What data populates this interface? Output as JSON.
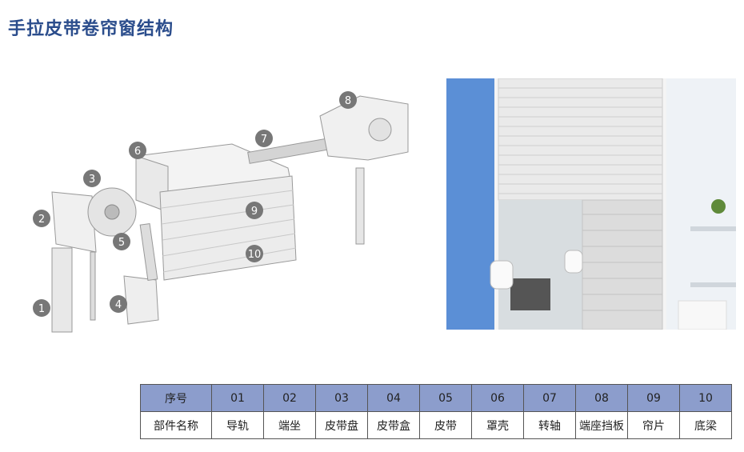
{
  "title": "手拉皮带卷帘窗结构",
  "diagram": {
    "callouts": [
      "1",
      "2",
      "3",
      "4",
      "5",
      "6",
      "7",
      "8",
      "9",
      "10"
    ]
  },
  "table": {
    "header_label": "序号",
    "row_label": "部件名称",
    "numbers": [
      "01",
      "02",
      "03",
      "04",
      "05",
      "06",
      "07",
      "08",
      "09",
      "10"
    ],
    "names": [
      "导轨",
      "端坐",
      "皮带盘",
      "皮带盒",
      "皮带",
      "罩壳",
      "转轴",
      "端座挡板",
      "帘片",
      "底梁"
    ]
  },
  "colors": {
    "title": "#2b4d8c",
    "table_header": "#8c9dcc",
    "callout": "#777777",
    "wall_blue": "#5b8fd6"
  }
}
